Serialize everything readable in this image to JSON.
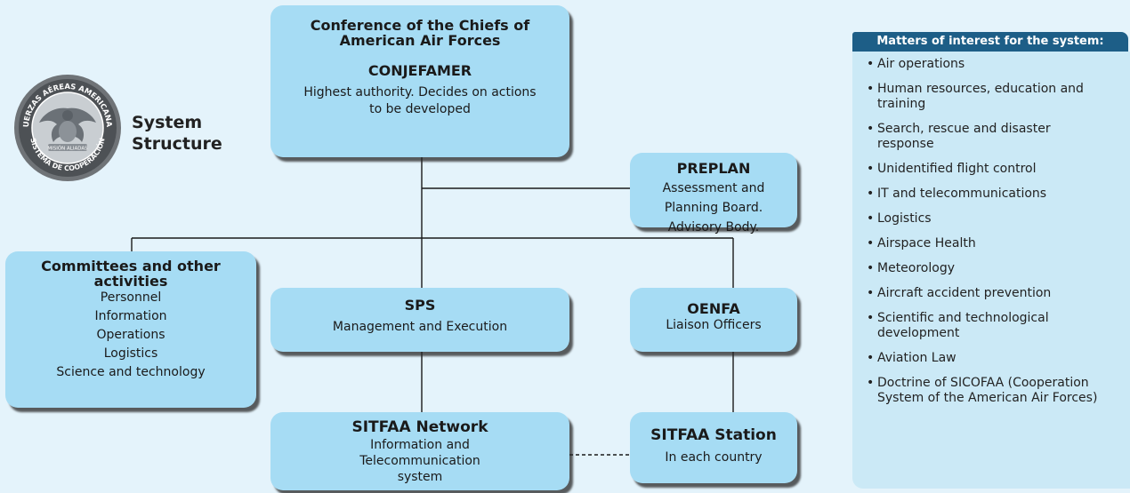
{
  "header": {
    "system_title_line1": "System",
    "system_title_line2": "Structure",
    "logo_text_top": "FUERZAS AÉREAS AMERICANAS",
    "logo_text_bottom": "SISTEMA DE COOPERACIÓN",
    "logo_ribbon": "MISIÓN ALIADAS"
  },
  "nodes": {
    "conjefamer": {
      "title_line1": "Conference of the Chiefs of",
      "title_line2": "American Air Forces",
      "abbr": "CONJEFAMER",
      "desc_line1": "Highest authority. Decides on actions",
      "desc_line2": "to be developed"
    },
    "preplan": {
      "abbr": "PREPLAN",
      "line1": "Assessment and",
      "line2": "Planning Board.",
      "line3": "Advisory Body."
    },
    "committees": {
      "title_line1": "Committees and other",
      "title_line2": "activities",
      "items": [
        "Personnel",
        "Information",
        "Operations",
        "Logistics",
        "Science and technology"
      ]
    },
    "sps": {
      "abbr": "SPS",
      "desc": "Management and Execution"
    },
    "oenfa": {
      "abbr": "OENFA",
      "desc": "Liaison Officers"
    },
    "sitfaa_network": {
      "title": "SITFAA Network",
      "line1": "Information and",
      "line2": "Telecommunication",
      "line3": "system"
    },
    "sitfaa_station": {
      "title": "SITFAA Station",
      "desc": "In each country"
    }
  },
  "matters": {
    "heading": "Matters of interest for the system:",
    "items": [
      [
        "Air operations"
      ],
      [
        "Human resources, education and",
        "training"
      ],
      [
        "Search, rescue and disaster",
        "response"
      ],
      [
        "Unidentified flight control"
      ],
      [
        "IT and telecommunications"
      ],
      [
        "Logistics"
      ],
      [
        "Airspace Health"
      ],
      [
        "Meteorology"
      ],
      [
        "Aircraft accident prevention"
      ],
      [
        "Scientific and technological",
        "development"
      ],
      [
        "Aviation Law"
      ],
      [
        "Doctrine of SICOFAA (Cooperation",
        "System of the American Air Forces)"
      ]
    ]
  },
  "colors": {
    "background": "#e4f3fb",
    "box_fill": "#a6dcf4",
    "heading_bar": "#1d5e87",
    "panel_fill": "#cbe9f6"
  }
}
